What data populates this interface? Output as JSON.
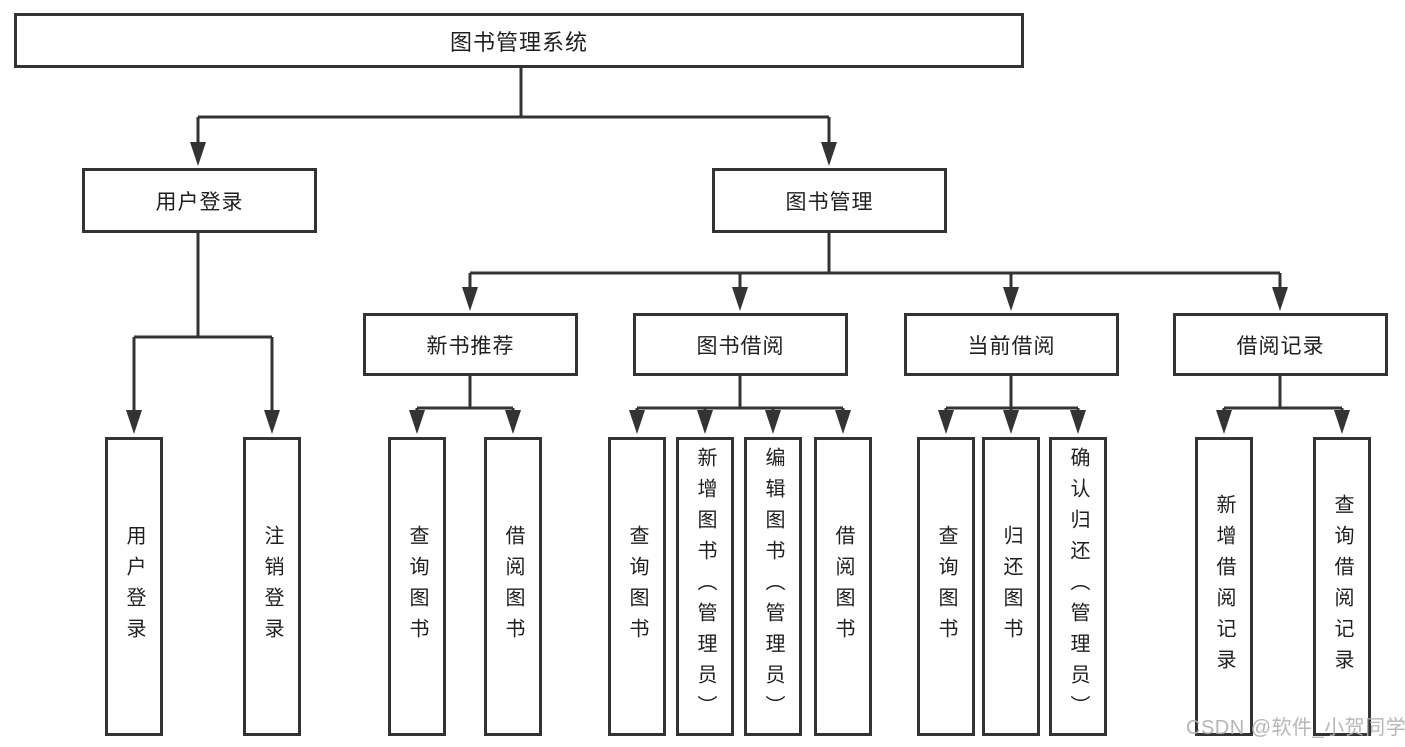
{
  "diagram": {
    "root": {
      "label": "图书管理系统"
    },
    "branches": [
      {
        "label": "用户登录",
        "children": [
          {
            "label": "用户登录"
          },
          {
            "label": "注销登录"
          }
        ]
      },
      {
        "label": "图书管理",
        "children": [
          {
            "label": "新书推荐",
            "children": [
              {
                "label": "查询图书"
              },
              {
                "label": "借阅图书"
              }
            ]
          },
          {
            "label": "图书借阅",
            "children": [
              {
                "label": "查询图书"
              },
              {
                "label": "新增图书（管理员）"
              },
              {
                "label": "编辑图书（管理员）"
              },
              {
                "label": "借阅图书"
              }
            ]
          },
          {
            "label": "当前借阅",
            "children": [
              {
                "label": "查询图书"
              },
              {
                "label": "归还图书"
              },
              {
                "label": "确认归还（管理员）"
              }
            ]
          },
          {
            "label": "借阅记录",
            "children": [
              {
                "label": "新增借阅记录"
              },
              {
                "label": "查询借阅记录"
              }
            ]
          }
        ]
      }
    ]
  },
  "watermark": {
    "text": "CSDN @软件_小贺同学"
  },
  "colors": {
    "line": "#333333",
    "text": "#1f1f1f",
    "box_background": "#ffffff",
    "watermark": "#b0b0b0"
  }
}
